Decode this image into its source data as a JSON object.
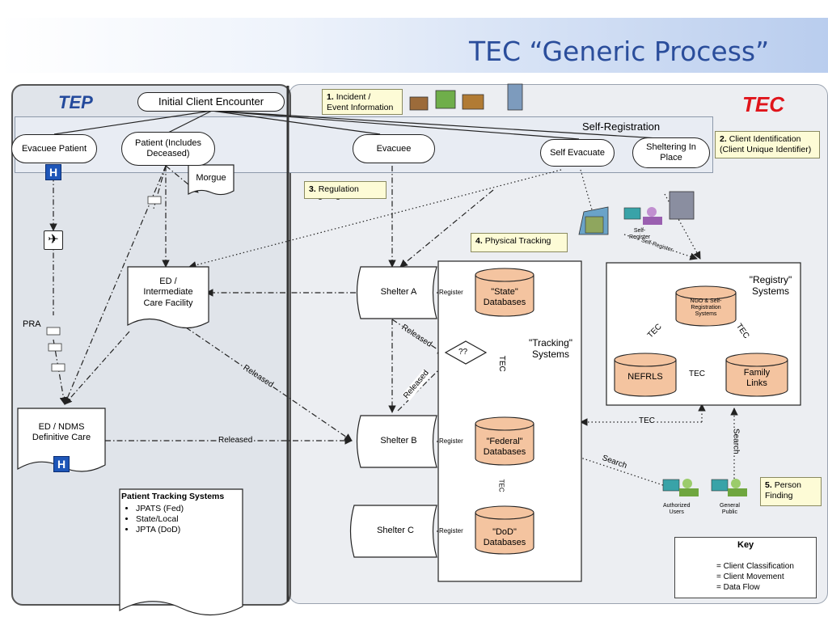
{
  "header": {
    "title": "TEC “Generic Process”"
  },
  "panels": {
    "left_title": "TEP",
    "right_title": "TEC"
  },
  "nodes": {
    "initial_client_encounter": "Initial Client Encounter",
    "evacuee_patient": "Evacuee Patient",
    "patient_includes_deceased": [
      "Patient (Includes",
      "Deceased)"
    ],
    "evacuee": "Evacuee",
    "self_registration": "Self-Registration",
    "self_evacuate": "Self Evacuate",
    "sheltering_in_place": [
      "Sheltering In",
      "Place"
    ],
    "morgue": "Morgue",
    "ed_intermediate": [
      "ED /",
      "Intermediate",
      "Care Facility"
    ],
    "ed_ndms": [
      "ED / NDMS",
      "Definitive Care"
    ],
    "pra": "PRA",
    "shelter_a": "Shelter A",
    "shelter_b": "Shelter B",
    "shelter_c": "Shelter C",
    "unknown": "??",
    "state_db": [
      "\"State\"",
      "Databases"
    ],
    "federal_db": [
      "\"Federal\"",
      "Databases"
    ],
    "dod_db": [
      "\"DoD\"",
      "Databases"
    ],
    "tracking_systems": [
      "\"Tracking\"",
      "Systems"
    ],
    "registry_systems": [
      "\"Registry\"",
      "Systems"
    ],
    "ngo_db": [
      "NGO & Self-",
      "Registration",
      "Systems"
    ],
    "nefrls": "NEFRLS",
    "family_links": [
      "Family",
      "Links"
    ],
    "self_register_icon": [
      "Self-",
      "Register"
    ],
    "authorized_users": [
      "Authorized",
      "Users"
    ],
    "general_public": [
      "General",
      "Public"
    ],
    "hospital_symbol": "H"
  },
  "notes": {
    "n1_num": "1.",
    "n1_text": [
      "Incident /",
      "Event Information"
    ],
    "n2_num": "2.",
    "n2_text": [
      "Client Identification",
      "(Client Unique Identifier)"
    ],
    "n3_num": "3.",
    "n3_text": "Regulation",
    "n4_num": "4.",
    "n4_text": "Physical Tracking",
    "n5_num": "5.",
    "n5_text": [
      "Person",
      "Finding"
    ]
  },
  "edge_labels": {
    "register": "Register",
    "released": "Released",
    "tec": "TEC",
    "search": "Search",
    "self_register": "Self-Register"
  },
  "patient_tracking": {
    "title": "Patient Tracking Systems",
    "items": [
      "JPATS (Fed)",
      "State/Local",
      "JPTA (DoD)"
    ]
  },
  "key": {
    "title": "Key",
    "items": [
      "= Client Classification",
      "= Client Movement",
      "= Data Flow"
    ]
  }
}
